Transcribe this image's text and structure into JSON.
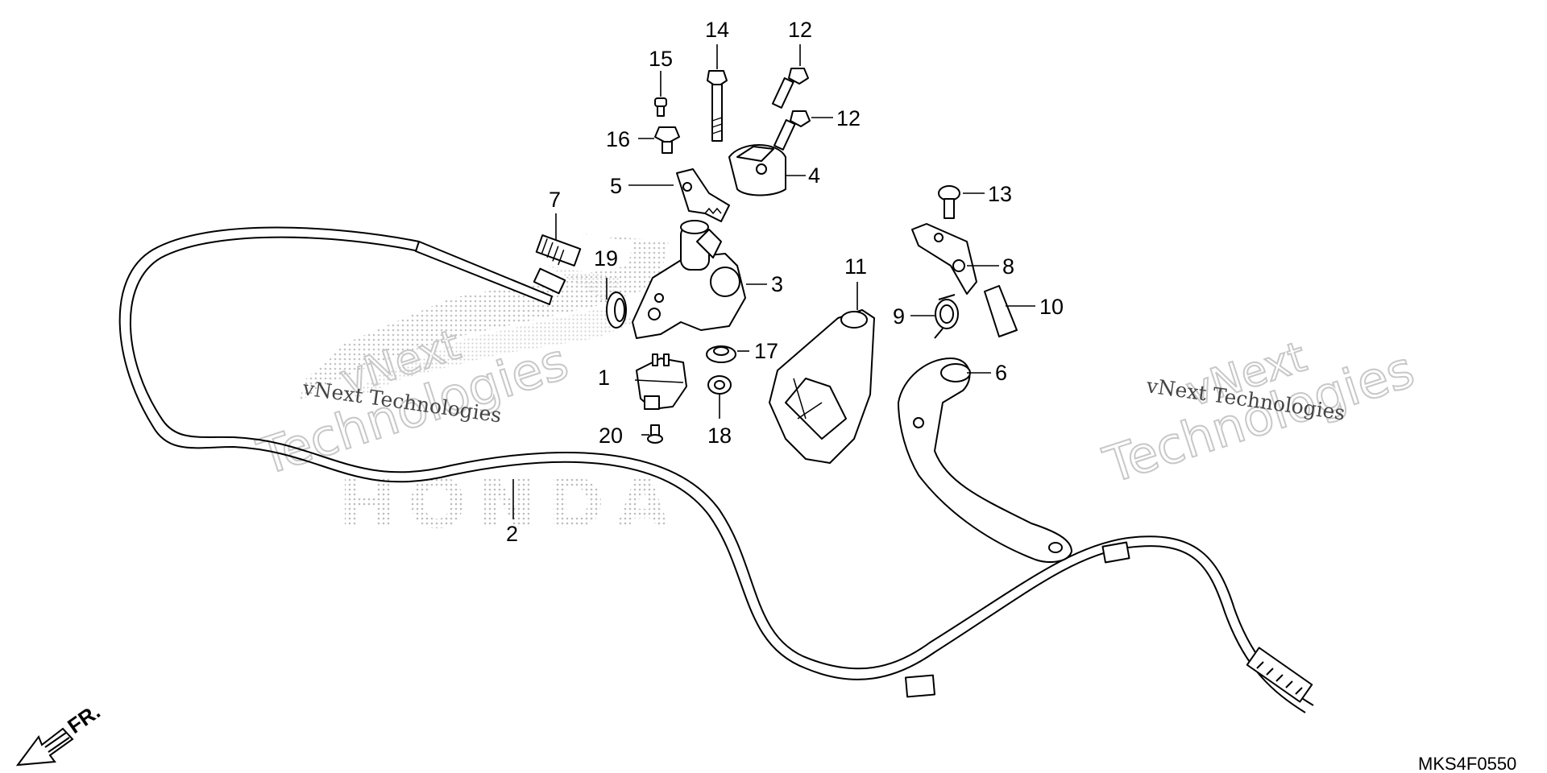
{
  "diagram": {
    "code": "MKS4F0550",
    "direction_label": "FR.",
    "watermark_brand": "HONDA",
    "watermarks": [
      {
        "line1": "vNext",
        "line2": "Technologies",
        "sub": "vNext Technologies"
      },
      {
        "line1": "vNext",
        "line2": "Technologies",
        "sub": "vNext Technologies"
      }
    ],
    "callouts": {
      "c1": "1",
      "c2": "2",
      "c3": "3",
      "c4": "4",
      "c5": "5",
      "c6": "6",
      "c7": "7",
      "c8": "8",
      "c9": "9",
      "c10": "10",
      "c11": "11",
      "c12a": "12",
      "c12b": "12",
      "c13": "13",
      "c14": "14",
      "c15": "15",
      "c16": "16",
      "c17": "17",
      "c18": "18",
      "c19": "19",
      "c20": "20"
    }
  }
}
